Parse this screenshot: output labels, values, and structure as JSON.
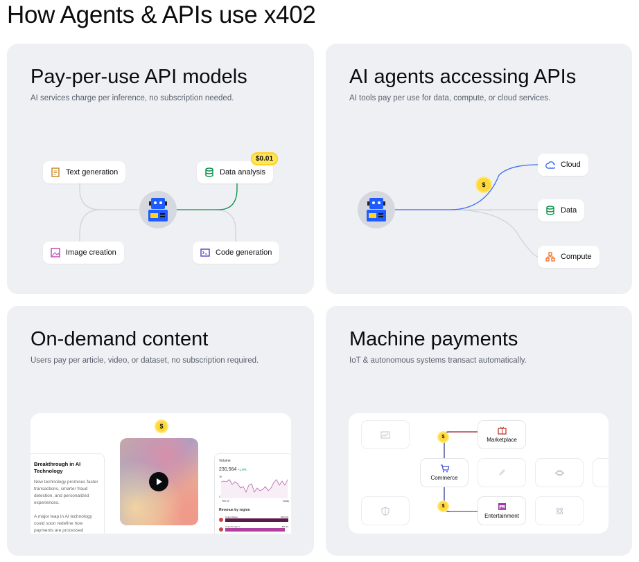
{
  "page": {
    "title": "How Agents & APIs use x402"
  },
  "cards": [
    {
      "title": "Pay-per-use API models",
      "subtitle": "AI services charge per inference, no subscription needed.",
      "chips": [
        "Text generation",
        "Data analysis",
        "Image creation",
        "Code generation"
      ],
      "price": "$0.01"
    },
    {
      "title": "AI agents accessing APIs",
      "subtitle": "AI tools pay per use for data, compute, or cloud services.",
      "chips": [
        "Cloud",
        "Data",
        "Compute"
      ],
      "coin": "$"
    },
    {
      "title": "On-demand content",
      "subtitle": "Users pay per article, video, or dataset, no subscription required.",
      "coin": "$",
      "article": {
        "title": "Breakthrough in AI Technology",
        "p1": "New technology promises faster transactions, smarter fraud detection, and personalized experiences.",
        "p2": "A major leap in AI technology could soon redefine how payments are processed"
      },
      "stats": {
        "label": "Volume",
        "value": "230,564",
        "change": "+1.9%",
        "y_top": "1K",
        "y_bottom": "0",
        "x_start": "Feb 22",
        "x_end": "Today",
        "region_title": "Revenue by region",
        "regions": [
          {
            "name": "United States",
            "value": "$310.00",
            "share": 1.0
          },
          {
            "name": "United Kingdom",
            "value": "$75.20",
            "share": 0.95
          }
        ]
      }
    },
    {
      "title": "Machine payments",
      "subtitle": "IoT & autonomous systems transact automatically.",
      "tiles": [
        "Marketplace",
        "Commerce",
        "Entertainment"
      ],
      "coin": "$"
    }
  ],
  "colors": {
    "card_bg": "#eef0f3",
    "robot": "#1f5cff",
    "green": "#0a8f4a",
    "blue": "#3d6df2",
    "coin": "#ffd83a"
  }
}
